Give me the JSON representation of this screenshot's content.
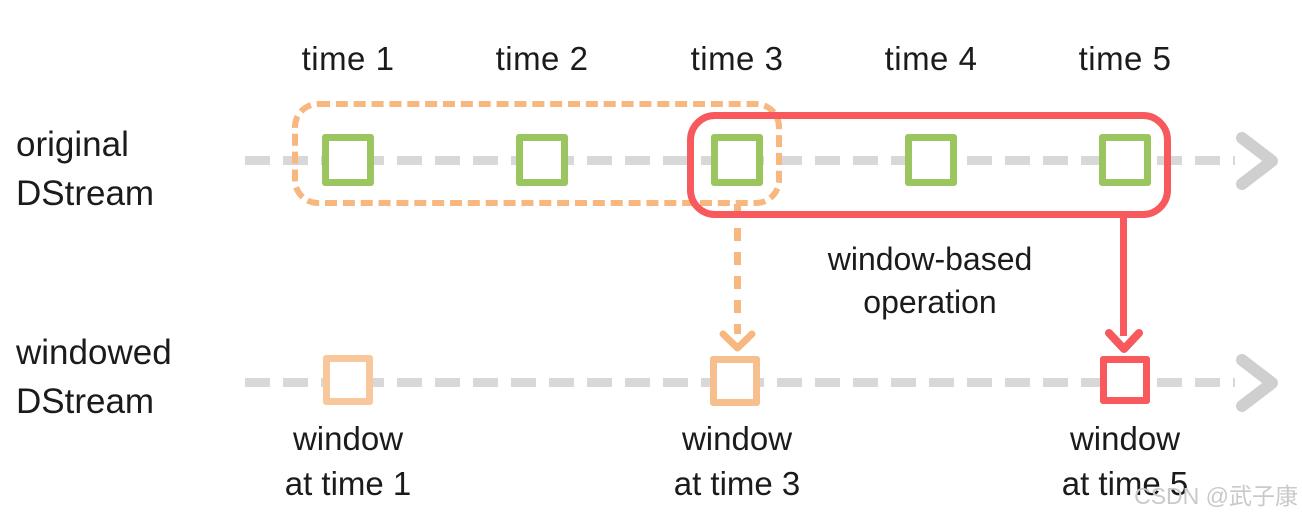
{
  "diagram": {
    "time_labels": [
      "time 1",
      "time 2",
      "time 3",
      "time 4",
      "time 5"
    ],
    "rows": {
      "original": {
        "label_line1": "original",
        "label_line2": "DStream"
      },
      "windowed": {
        "label_line1": "windowed",
        "label_line2": "DStream"
      }
    },
    "operation": {
      "line1": "window-based",
      "line2": "operation"
    },
    "window_labels": [
      {
        "line1": "window",
        "line2": "at time 1"
      },
      {
        "line1": "window",
        "line2": "at time 3"
      },
      {
        "line1": "window",
        "line2": "at time 5"
      }
    ],
    "watermark": "CSDN @武子康",
    "colors": {
      "rdd_green": "#9bc55f",
      "window_orange": "#f7b77f",
      "window_orange_light": "#f8c79c",
      "window_red": "#f7595c",
      "stream_gray": "#d8d8d8",
      "text": "#1b1b1b",
      "watermark_gray": "#c9c9c9"
    }
  }
}
